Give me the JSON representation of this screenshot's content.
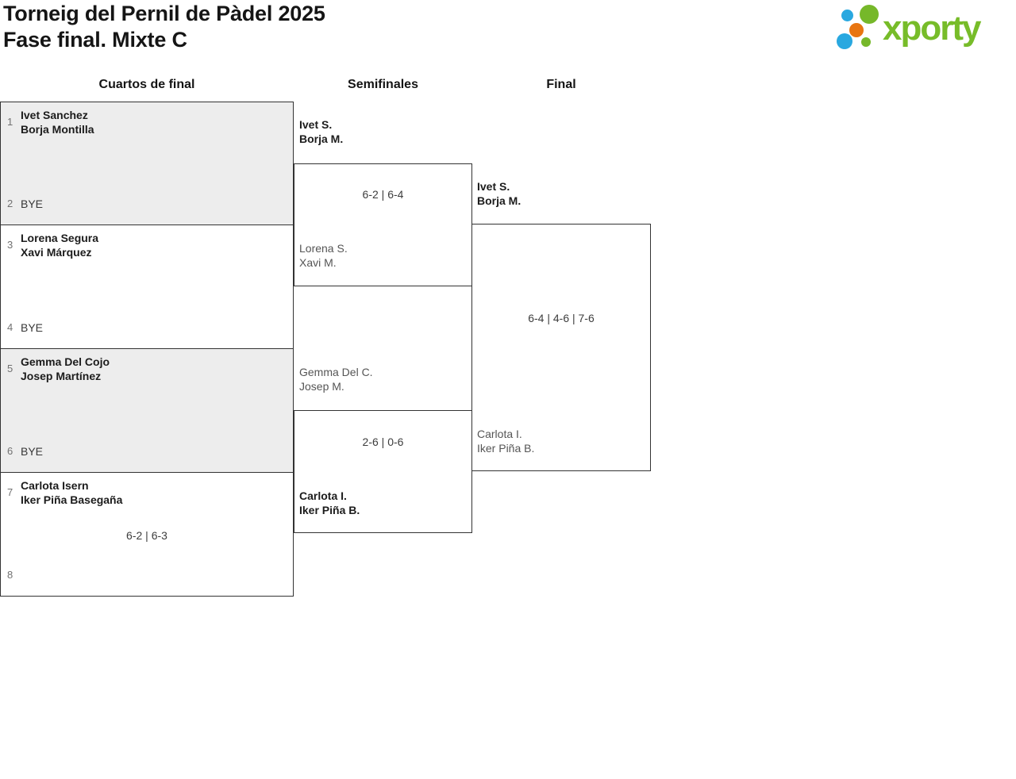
{
  "page": {
    "title_line1": "Torneig del Pernil de Pàdel 2025",
    "title_line2": "Fase final. Mixte C"
  },
  "logo": {
    "brand": "xporty",
    "brand_color": "#77bc29",
    "dot_colors": {
      "green": "#76b82a",
      "blue": "#29a8e0",
      "orange": "#e87511"
    }
  },
  "columns": {
    "quarterfinals": "Cuartos de final",
    "semifinals": "Semifinales",
    "final": "Final"
  },
  "colors": {
    "box_border": "#333333",
    "box_shaded_background": "#ededed",
    "winner_text": "#1c1c1c",
    "loser_text": "#555555",
    "seed_text": "#717171"
  },
  "quarterfinals": [
    {
      "seed_top": "1",
      "top_line1": "Ivet Sanchez",
      "top_line2": "Borja Montilla",
      "score": "",
      "seed_bottom": "2",
      "bottom_label": "BYE"
    },
    {
      "seed_top": "3",
      "top_line1": "Lorena Segura",
      "top_line2": "Xavi Márquez",
      "score": "",
      "seed_bottom": "4",
      "bottom_label": "BYE"
    },
    {
      "seed_top": "5",
      "top_line1": "Gemma Del Cojo",
      "top_line2": "Josep Martínez",
      "score": "",
      "seed_bottom": "6",
      "bottom_label": "BYE"
    },
    {
      "seed_top": "7",
      "top_line1": "Carlota Isern",
      "top_line2": "Iker Piña Basegaña",
      "score": "6-2 | 6-3",
      "seed_bottom": "8",
      "bottom_label": ""
    }
  ],
  "semifinals": [
    {
      "top_line1": "Ivet S.",
      "top_line2": "Borja M.",
      "score": "6-2 | 6-4",
      "bottom_line1": "Lorena S.",
      "bottom_line2": "Xavi M."
    },
    {
      "top_line1": "Gemma Del C.",
      "top_line2": "Josep M.",
      "score": "2-6 | 0-6",
      "bottom_line1": "Carlota I.",
      "bottom_line2": "Iker Piña B."
    }
  ],
  "final": {
    "top_line1": "Ivet S.",
    "top_line2": "Borja M.",
    "score": "6-4 | 4-6 | 7-6",
    "bottom_line1": "Carlota I.",
    "bottom_line2": "Iker Piña B."
  }
}
